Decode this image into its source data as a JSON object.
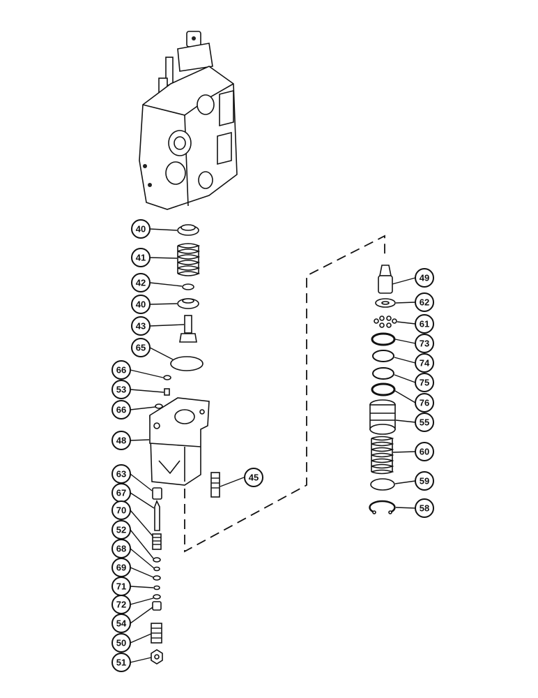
{
  "diagram": {
    "colors": {
      "ink": "#111111",
      "paper": "#ffffff"
    },
    "callouts": [
      {
        "id": "40a",
        "label": "40"
      },
      {
        "id": "41",
        "label": "41"
      },
      {
        "id": "42",
        "label": "42"
      },
      {
        "id": "40b",
        "label": "40"
      },
      {
        "id": "43",
        "label": "43"
      },
      {
        "id": "65",
        "label": "65"
      },
      {
        "id": "66a",
        "label": "66"
      },
      {
        "id": "53",
        "label": "53"
      },
      {
        "id": "66b",
        "label": "66"
      },
      {
        "id": "48",
        "label": "48"
      },
      {
        "id": "63",
        "label": "63"
      },
      {
        "id": "67",
        "label": "67"
      },
      {
        "id": "70",
        "label": "70"
      },
      {
        "id": "52",
        "label": "52"
      },
      {
        "id": "68",
        "label": "68"
      },
      {
        "id": "69",
        "label": "69"
      },
      {
        "id": "71",
        "label": "71"
      },
      {
        "id": "72",
        "label": "72"
      },
      {
        "id": "54",
        "label": "54"
      },
      {
        "id": "50",
        "label": "50"
      },
      {
        "id": "51",
        "label": "51"
      },
      {
        "id": "45",
        "label": "45"
      },
      {
        "id": "49",
        "label": "49"
      },
      {
        "id": "62",
        "label": "62"
      },
      {
        "id": "61",
        "label": "61"
      },
      {
        "id": "73",
        "label": "73"
      },
      {
        "id": "74",
        "label": "74"
      },
      {
        "id": "75",
        "label": "75"
      },
      {
        "id": "76",
        "label": "76"
      },
      {
        "id": "55",
        "label": "55"
      },
      {
        "id": "60",
        "label": "60"
      },
      {
        "id": "59",
        "label": "59"
      },
      {
        "id": "58",
        "label": "58"
      }
    ]
  }
}
